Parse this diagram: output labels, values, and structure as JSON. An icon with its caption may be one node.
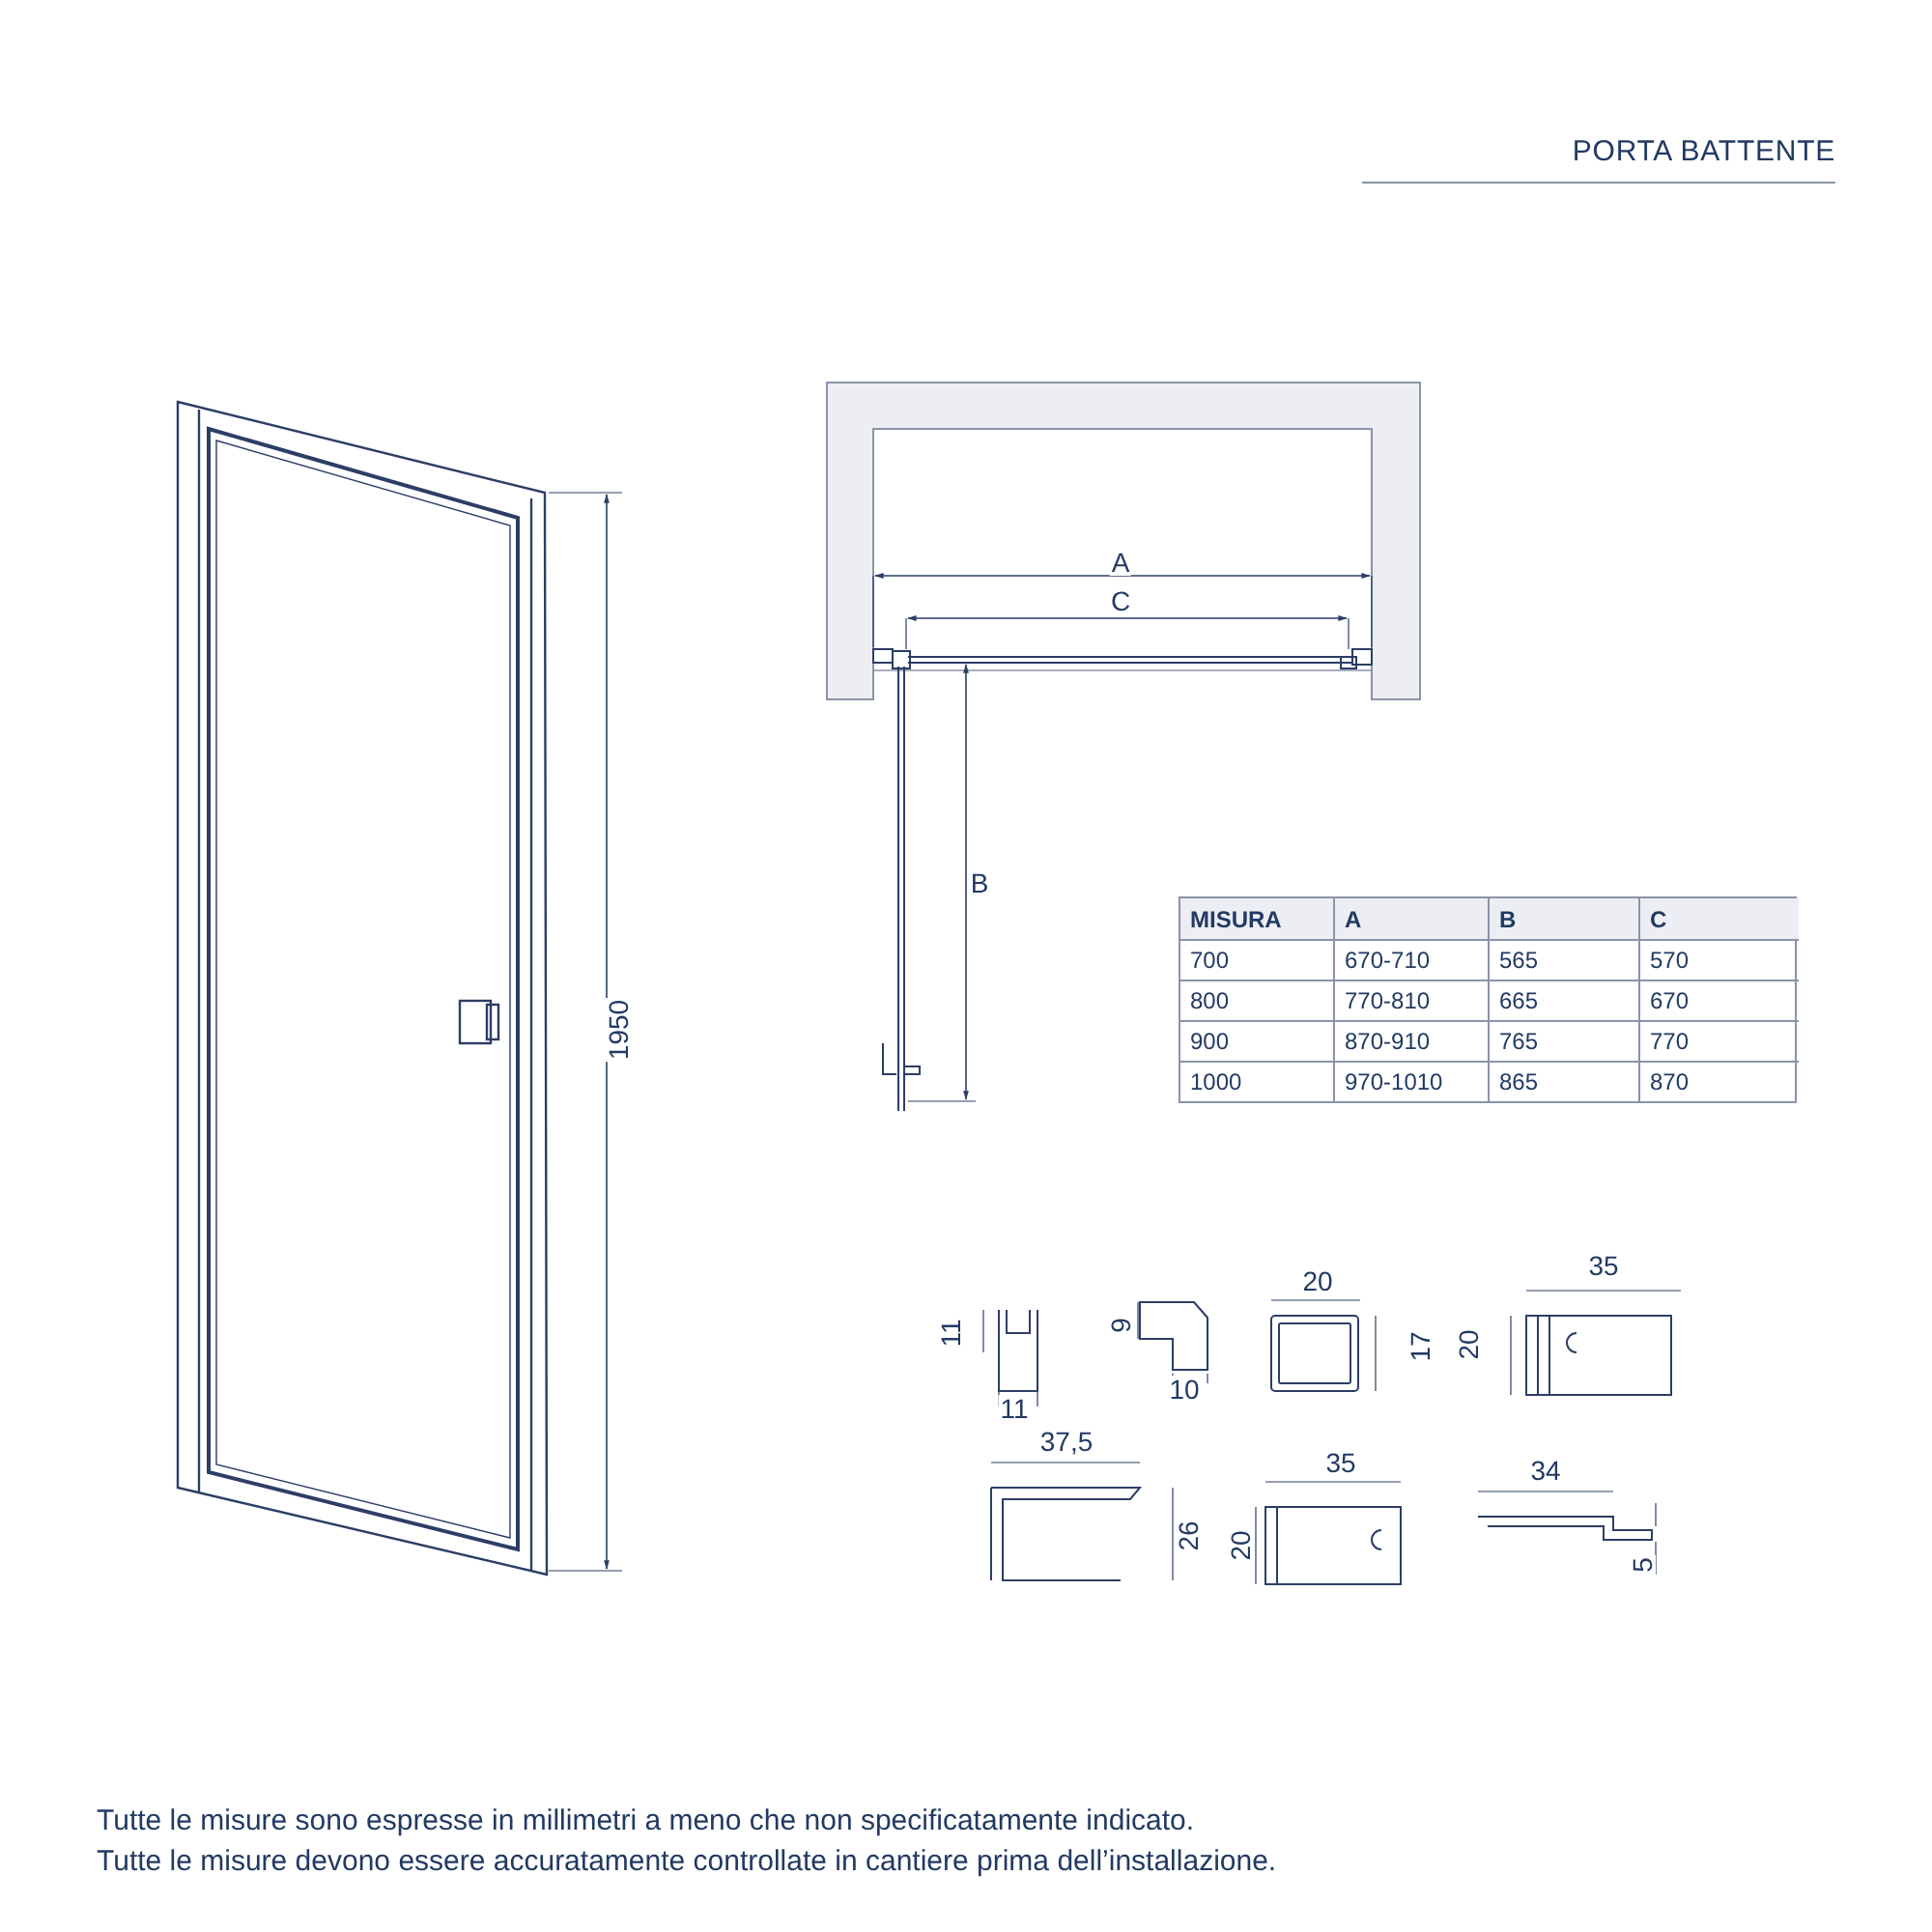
{
  "diagram": {
    "title": "PORTA BATTENTE",
    "caption": "Tutte le misure sono espresse in millimetri a meno che non specificatamente indicato. Tutte le misure devono essere accuratamente controllate in cantiere prima dell’installazione.",
    "labels": [
      "1950",
      "A",
      "C",
      "B",
      "MISURA",
      "A",
      "B",
      "C",
      "700",
      "670-710",
      "565",
      "570",
      "800",
      "770-810",
      "665",
      "670",
      "900",
      "870-910",
      "765",
      "770",
      "1000",
      "970-1010",
      "865",
      "870",
      "20",
      "35",
      "11",
      "9",
      "17",
      "20",
      "11",
      "10",
      "37,5",
      "35",
      "34",
      "26",
      "20",
      "5"
    ]
  }
}
